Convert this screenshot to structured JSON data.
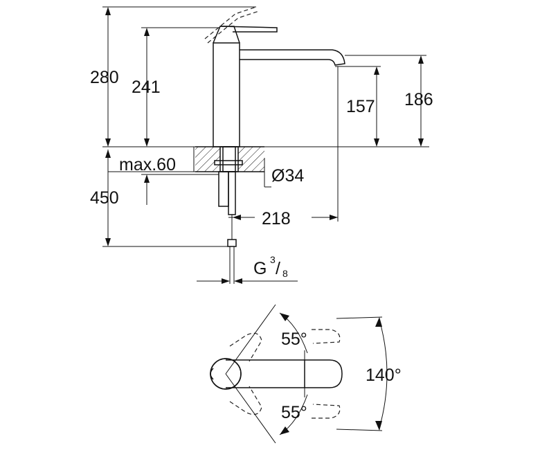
{
  "dimensions": {
    "d280": "280",
    "d241": "241",
    "d157": "157",
    "d186": "186",
    "max60": "max.60",
    "dia34": "Ø34",
    "d450": "450",
    "d218": "218",
    "thread_g": "G",
    "thread_num": "3",
    "thread_den": "8"
  },
  "angles": {
    "upper": "55°",
    "lower": "55°",
    "total": "140°"
  },
  "colors": {
    "line": "#111111",
    "background": "#ffffff"
  }
}
